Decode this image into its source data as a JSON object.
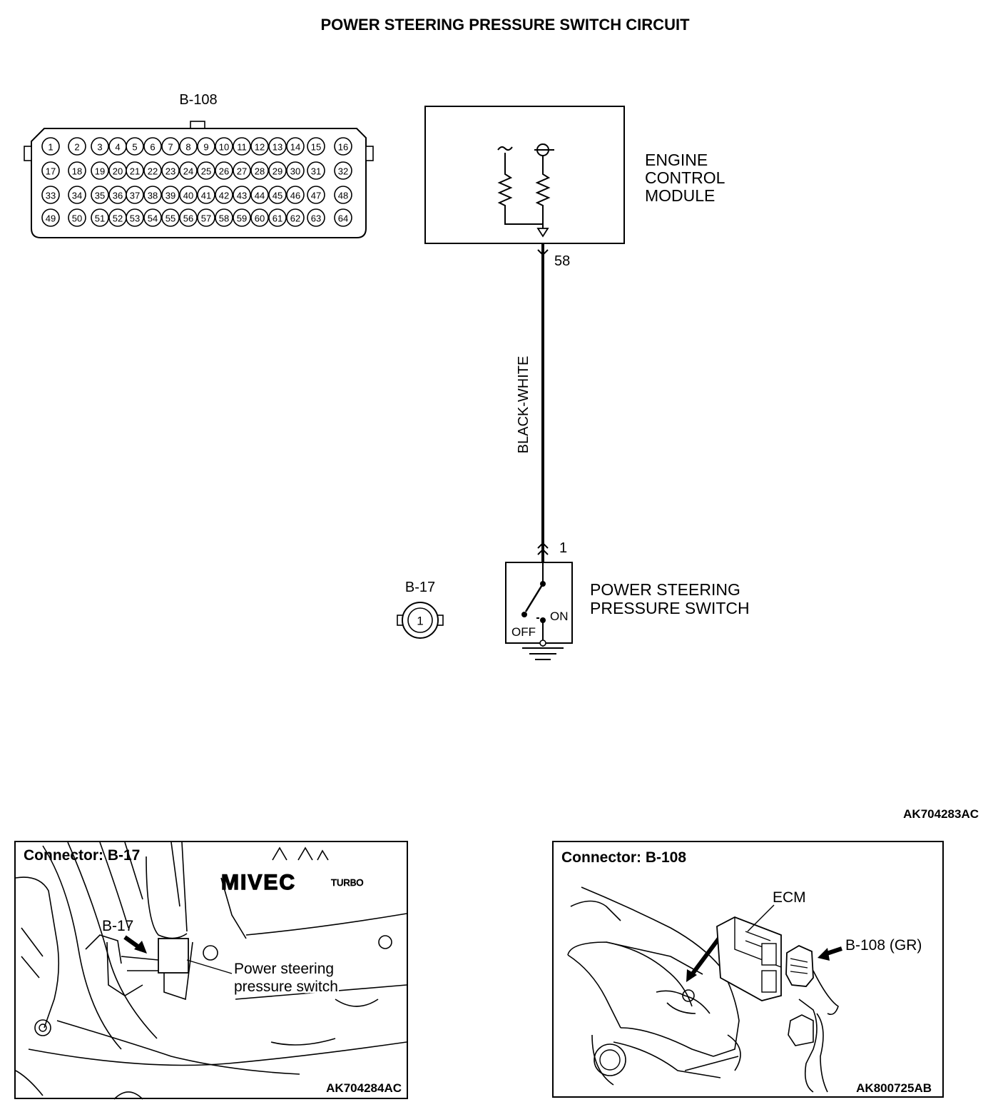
{
  "title": "POWER STEERING PRESSURE SWITCH CIRCUIT",
  "figure_code": "AK704283AC",
  "ecm_connector": {
    "label": "B-108",
    "rows": [
      [
        "1",
        "2",
        "3",
        "4",
        "5",
        "6",
        "7",
        "8",
        "9",
        "10",
        "11",
        "12",
        "13",
        "14",
        "15",
        "16"
      ],
      [
        "17",
        "18",
        "19",
        "20",
        "21",
        "22",
        "23",
        "24",
        "25",
        "26",
        "27",
        "28",
        "29",
        "30",
        "31",
        "32"
      ],
      [
        "33",
        "34",
        "35",
        "36",
        "37",
        "38",
        "39",
        "40",
        "41",
        "42",
        "43",
        "44",
        "45",
        "46",
        "47",
        "48"
      ],
      [
        "49",
        "50",
        "51",
        "52",
        "53",
        "54",
        "55",
        "56",
        "57",
        "58",
        "59",
        "60",
        "61",
        "62",
        "63",
        "64"
      ]
    ]
  },
  "ecm": {
    "lines": [
      "ENGINE",
      "CONTROL",
      "MODULE"
    ],
    "terminal": "58"
  },
  "wire": {
    "color": "BLACK-WHITE"
  },
  "switch_connector": {
    "label": "B-17",
    "pin": "1"
  },
  "switch": {
    "lines": [
      "POWER STEERING",
      "PRESSURE SWITCH"
    ],
    "terminal": "1",
    "on_label": "ON",
    "off_label": "OFF"
  },
  "panel_b17": {
    "title": "Connector: B-17",
    "callout": "B-17",
    "label_lines": [
      "Power steering",
      "pressure switch"
    ],
    "brand": "MIVEC",
    "brand_suffix": "TURBO",
    "code": "AK704284AC"
  },
  "panel_b108": {
    "title": "Connector: B-108",
    "ecm_label": "ECM",
    "connector_label": "B-108 (GR)",
    "code": "AK800725AB"
  }
}
